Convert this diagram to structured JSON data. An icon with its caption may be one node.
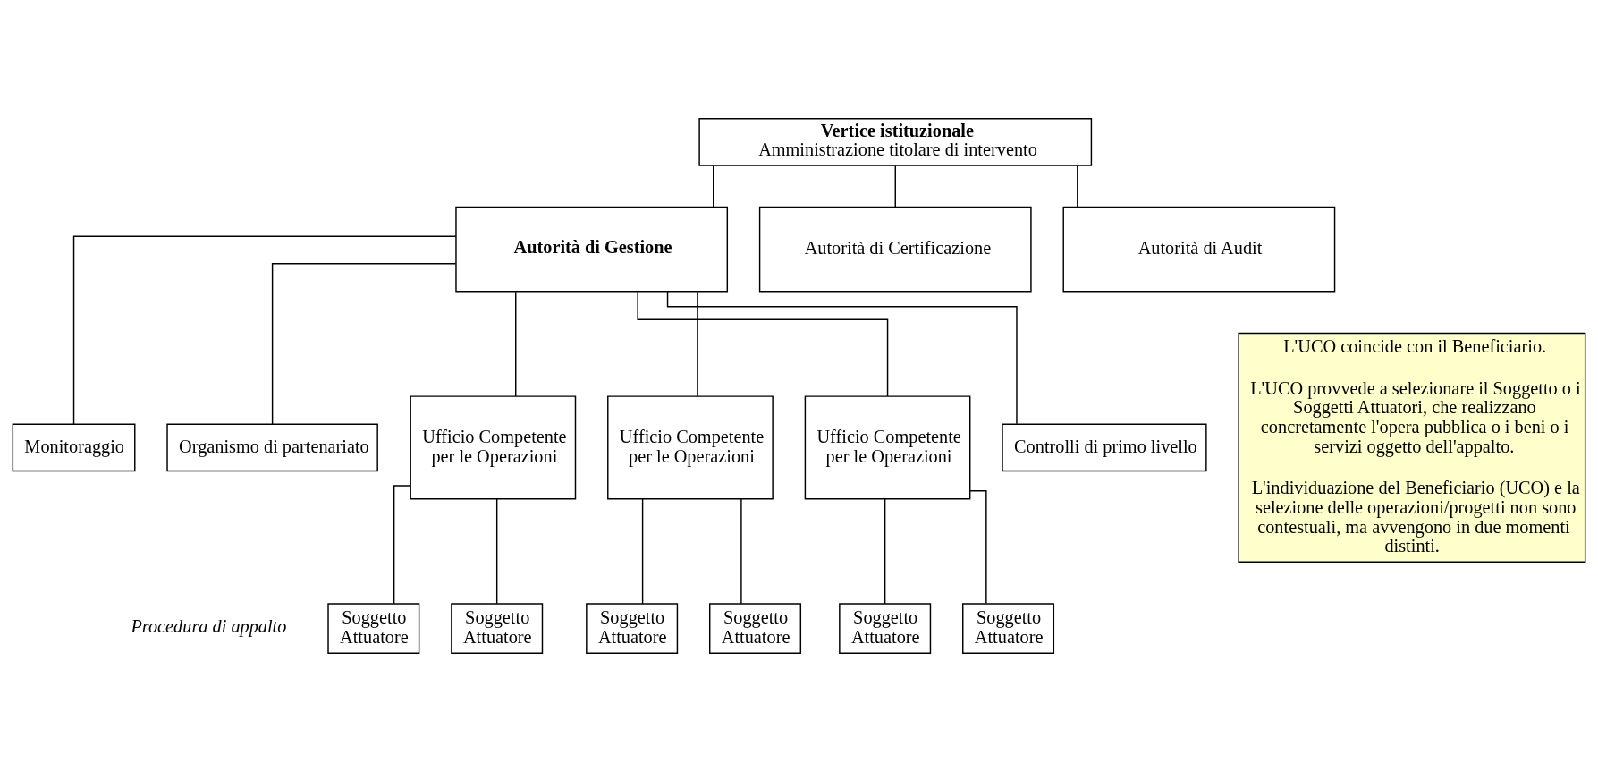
{
  "diagram": {
    "nodes": [
      {
        "text": [
          "Vertice istituzionale",
          "Amministrazione titolare di intervento"
        ]
      },
      {
        "text": [
          "Autorità di Gestione"
        ]
      },
      {
        "text": [
          "Autorità di Certificazione"
        ]
      },
      {
        "text": [
          "Autorità di Audit"
        ]
      },
      {
        "text": [
          "Controlli di primo livello"
        ]
      },
      {
        "text": [
          "Monitoraggio"
        ]
      },
      {
        "text": [
          "Organismo di partenariato"
        ]
      },
      {
        "text": [
          "Ufficio Competente per le Operazioni"
        ]
      },
      {
        "text": [
          "Ufficio Competente per le Operazioni"
        ]
      },
      {
        "text": [
          "Ufficio Competente per le Operazioni"
        ]
      },
      {
        "text": [
          "Soggetto Attuatore"
        ]
      },
      {
        "text": [
          "Soggetto Attuatore"
        ]
      },
      {
        "text": [
          "Soggetto Attuatore"
        ]
      },
      {
        "text": [
          "Soggetto Attuatore"
        ]
      },
      {
        "text": [
          "Soggetto Attuatore"
        ]
      },
      {
        "text": [
          "Soggetto Attuatore"
        ]
      },
      {
        "text": [
          "L'UCO coincide con il Beneficiario.",
          "L'UCO provvede a selezionare il Soggetto o i Soggetti Attuatori, che realizzano concretamente l'opera pubblica o i beni o i servizi oggetto dell'appalto.",
          "L'individuazione del Beneficiario (UCO) e la selezione delle operazioni/progetti non sono contestuali, ma avvengono in due momenti distinti."
        ]
      }
    ],
    "edges": [
      {
        "from": 0,
        "to": 1,
        "arrow": "none"
      },
      {
        "from": 0,
        "to": 2,
        "arrow": "none"
      },
      {
        "from": 0,
        "to": 3,
        "arrow": "none"
      },
      {
        "from": 1,
        "to": 4,
        "arrow": "none"
      },
      {
        "from": 1,
        "to": 5,
        "arrow": "none"
      },
      {
        "from": 1,
        "to": 6,
        "arrow": "none"
      },
      {
        "from": 1,
        "to": 7,
        "arrow": "none"
      },
      {
        "from": 1,
        "to": 8,
        "arrow": "none"
      },
      {
        "from": 1,
        "to": 9,
        "arrow": "none"
      },
      {
        "from": 7,
        "to": 10,
        "arrow": "none"
      },
      {
        "from": 7,
        "to": 11,
        "arrow": "none"
      },
      {
        "from": 8,
        "to": 12,
        "arrow": "none"
      },
      {
        "from": 8,
        "to": 13,
        "arrow": "none"
      },
      {
        "from": 9,
        "to": 14,
        "arrow": "none"
      },
      {
        "from": 9,
        "to": 15,
        "arrow": "none"
      }
    ],
    "labels": [
      "Procedura di appalto"
    ]
  }
}
